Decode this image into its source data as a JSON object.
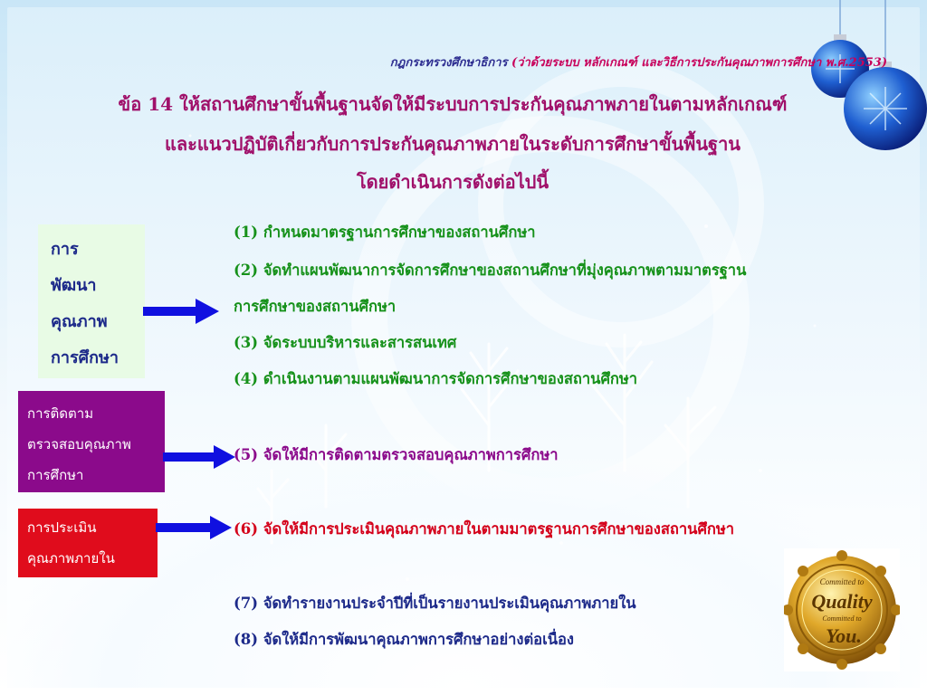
{
  "reference": {
    "main": "กฎกระทรวงศึกษาธิการ",
    "paren": "(ว่าด้วยระบบ หลักเกณฑ์ และวิธีการประกันคุณภาพการศึกษา พ.ศ.2553)"
  },
  "heading": {
    "line1": "ข้อ 14 ให้สถานศึกษาขั้นพื้นฐานจัดให้มีระบบการประกันคุณภาพภายในตามหลักเกณฑ์",
    "line2": "และแนวปฏิบัติเกี่ยวกับการประกันคุณภาพภายในระดับการศึกษาขั้นพื้นฐาน",
    "line3": "โดยดำเนินการดังต่อไปนี้"
  },
  "boxes": {
    "development": [
      "การ",
      "พัฒนา",
      "คุณภาพ",
      "การศึกษา"
    ],
    "monitoring": [
      "การติดตาม",
      "ตรวจสอบคุณภาพ",
      "การศึกษา"
    ],
    "evaluation": [
      "การประเมิน",
      "คุณภาพภายใน"
    ]
  },
  "items": {
    "i1": "(1) กำหนดมาตรฐานการศึกษาของสถานศึกษา",
    "i2a": "(2) จัดทำแผนพัฒนาการจัดการศึกษาของสถานศึกษาที่มุ่งคุณภาพตามมาตรฐาน",
    "i2b": "การศึกษาของสถานศึกษา",
    "i3": "(3) จัดระบบบริหารและสารสนเทศ",
    "i4": "(4) ดำเนินงานตามแผนพัฒนาการจัดการศึกษาของสถานศึกษา",
    "i5": "(5) จัดให้มีการติดตามตรวจสอบคุณภาพการศึกษา",
    "i6": "(6) จัดให้มีการประเมินคุณภาพภายในตามมาตรฐานการศึกษาของสถานศึกษา",
    "i7": "(7) จัดทำรายงานประจำปีที่เป็นรายงานประเมินคุณภาพภายใน",
    "i8": "(8) จัดให้มีการพัฒนาคุณภาพการศึกษาอย่างต่อเนื่อง"
  },
  "seal": {
    "top": "Committed to",
    "middle": "Quality",
    "mid2": "Committed to",
    "bottom": "You."
  },
  "colors": {
    "heading": "#a0106a",
    "green": "#16911a",
    "purple": "#8b0a8b",
    "red": "#d4001a",
    "navy": "#1d2a8a",
    "arrow": "#1010e0"
  },
  "icons": {
    "ornament": "christmas-ornament-icon",
    "arrow": "right-arrow-icon",
    "seal": "quality-seal-icon"
  }
}
